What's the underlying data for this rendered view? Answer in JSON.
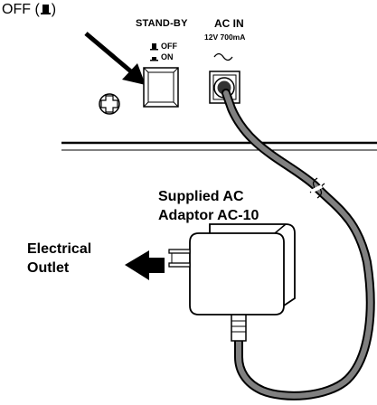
{
  "labels": {
    "off_indicator": "OFF (",
    "off_indicator_close": ")",
    "standby": "STAND-BY",
    "switch_off": "OFF",
    "switch_on": "ON",
    "ac_in": "AC IN",
    "ac_rating": "12V  700mA",
    "adaptor_line1": "Supplied AC",
    "adaptor_line2": "Adaptor AC-10",
    "outlet_line1": "Electrical",
    "outlet_line2": "Outlet"
  },
  "icons": [
    "arrow-icon",
    "switch-off-icon",
    "switch-on-icon",
    "screw-icon",
    "ac-symbol-icon",
    "plug-icon",
    "arrow-left-icon"
  ],
  "colors": {
    "ink": "#000000",
    "cord": "#808080",
    "background": "#ffffff"
  }
}
